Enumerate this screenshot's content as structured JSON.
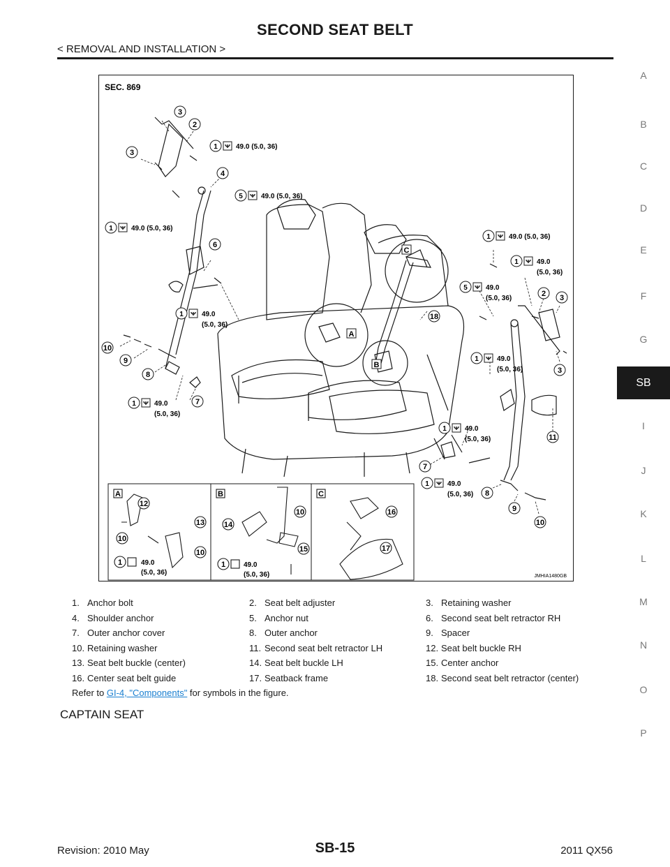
{
  "header": {
    "title": "SECOND SEAT BELT",
    "breadcrumb": "< REMOVAL AND INSTALLATION >"
  },
  "index_tabs": [
    "A",
    "B",
    "C",
    "D",
    "E",
    "F",
    "G",
    "SB",
    "I",
    "J",
    "K",
    "L",
    "M",
    "N",
    "O",
    "P"
  ],
  "active_tab": "SB",
  "figure": {
    "section": "SEC. 869",
    "torque_full": "49.0 (5.0, 36)",
    "torque_value": "49.0",
    "torque_units": "(5.0, 36)",
    "code": "JMHIA1480GB",
    "inset_labels": [
      "A",
      "B",
      "C"
    ]
  },
  "legend": [
    [
      "1.",
      "Anchor bolt",
      "2.",
      "Seat belt adjuster",
      "3.",
      "Retaining washer"
    ],
    [
      "4.",
      "Shoulder anchor",
      "5.",
      "Anchor nut",
      "6.",
      "Second seat belt retractor RH"
    ],
    [
      "7.",
      "Outer anchor cover",
      "8.",
      "Outer anchor",
      "9.",
      "Spacer"
    ],
    [
      "10.",
      "Retaining washer",
      "11.",
      "Second seat belt retractor LH",
      "12.",
      "Seat belt buckle RH"
    ],
    [
      "13.",
      "Seat belt buckle (center)",
      "14.",
      "Seat belt buckle LH",
      "15.",
      "Center anchor"
    ],
    [
      "16.",
      "Center seat belt guide",
      "17.",
      "Seatback frame",
      "18.",
      "Second seat belt retractor (center)"
    ]
  ],
  "refer": {
    "prefix": "Refer to ",
    "link": "GI-4, \"Components\"",
    "suffix": " for symbols in the figure."
  },
  "section_heading": "CAPTAIN SEAT",
  "footer": {
    "revision": "Revision: 2010 May",
    "page": "SB-15",
    "model": "2011 QX56"
  }
}
